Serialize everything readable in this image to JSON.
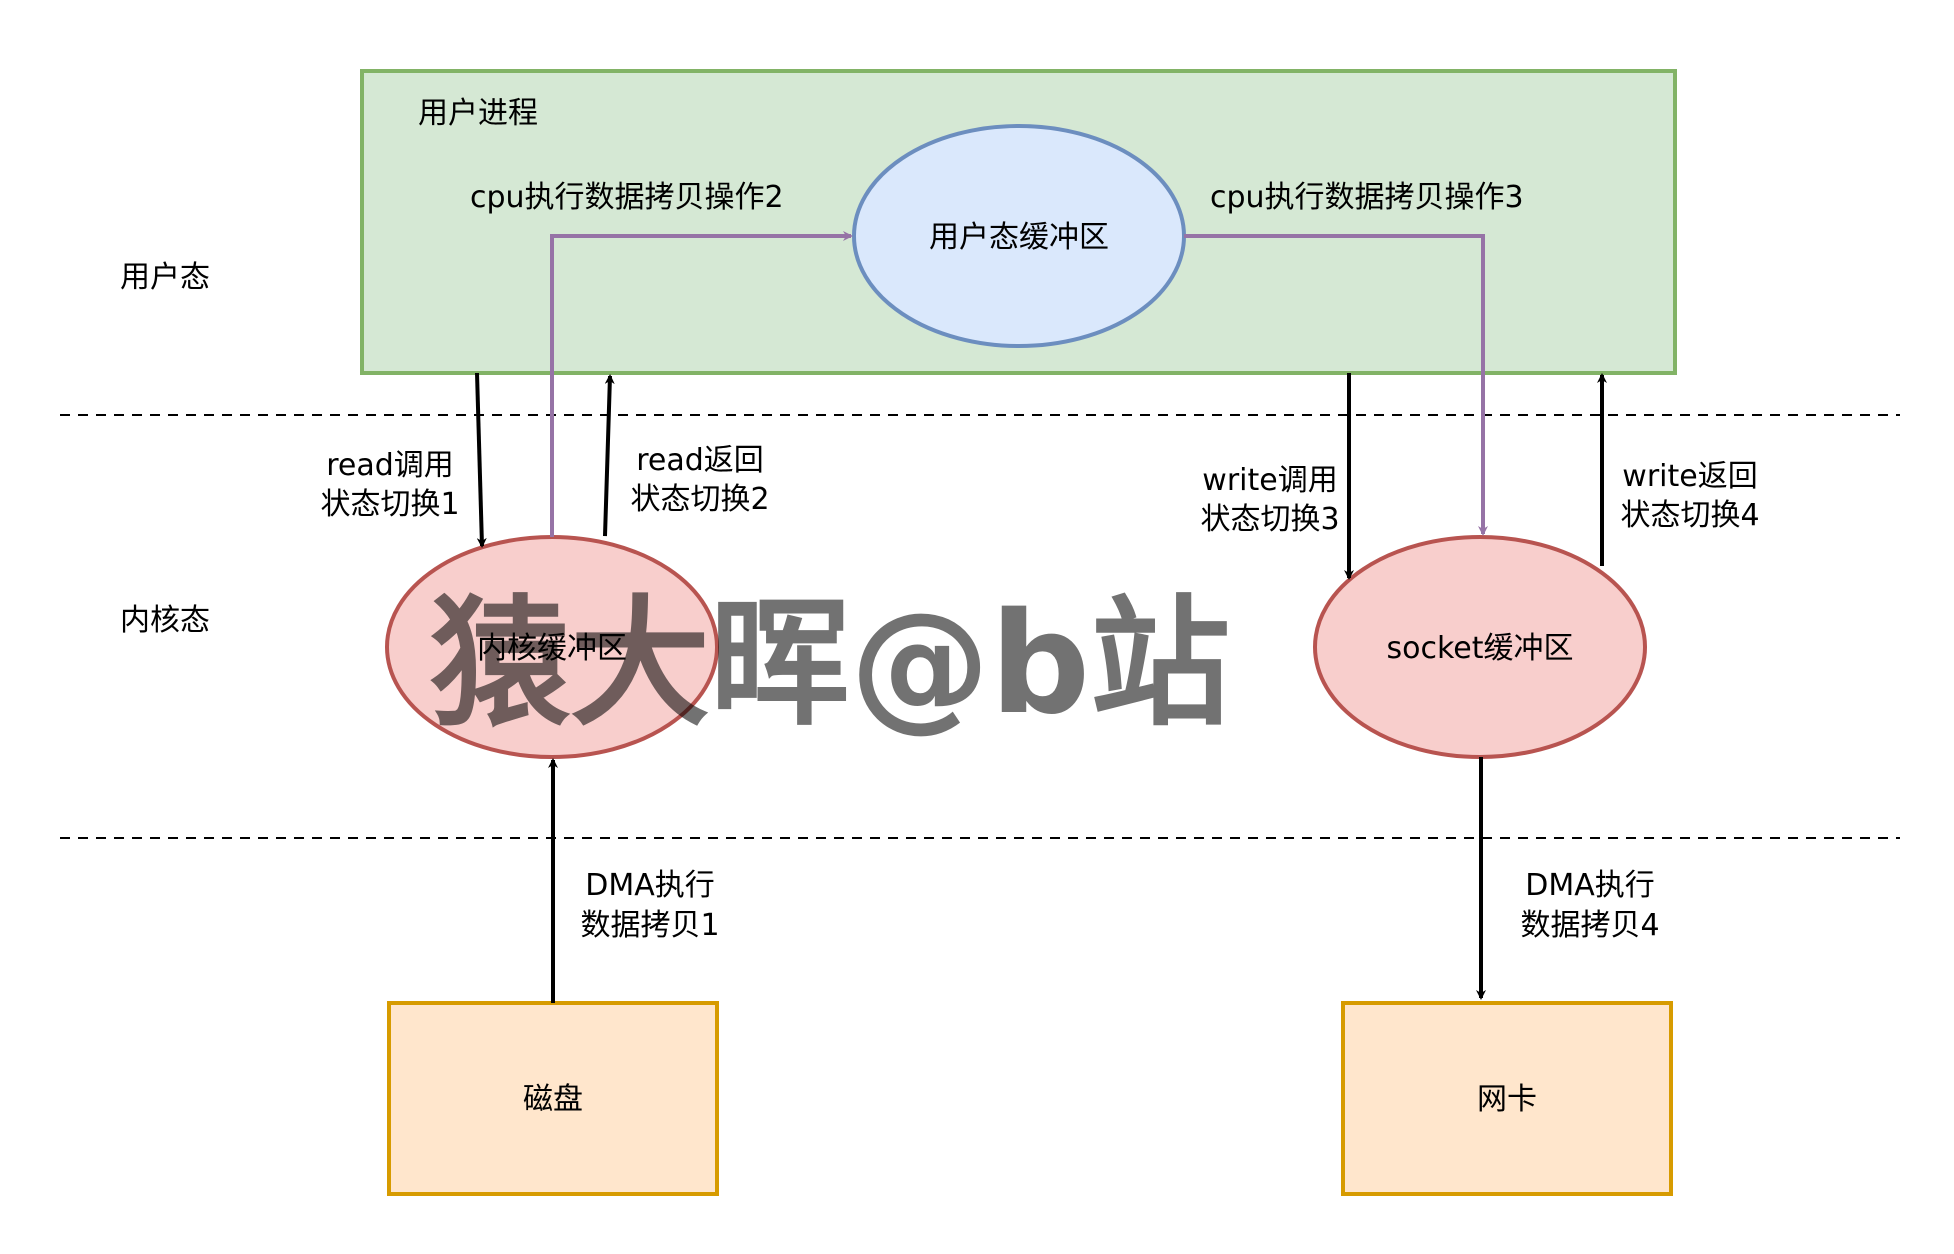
{
  "zones": {
    "user_mode": "用户态",
    "kernel_mode": "内核态"
  },
  "nodes": {
    "user_process": "用户进程",
    "user_buffer": "用户态缓冲区",
    "kernel_buffer": "内核缓冲区",
    "socket_buffer": "socket缓冲区",
    "disk": "磁盘",
    "nic": "网卡"
  },
  "edges": {
    "cpu_copy_2": "cpu执行数据拷贝操作2",
    "cpu_copy_3": "cpu执行数据拷贝操作3",
    "read_call": [
      "read调用",
      "状态切换1"
    ],
    "read_return": [
      "read返回",
      "状态切换2"
    ],
    "write_call": [
      "write调用",
      "状态切换3"
    ],
    "write_return": [
      "write返回",
      "状态切换4"
    ],
    "dma_copy_1": [
      "DMA执行",
      "数据拷贝1"
    ],
    "dma_copy_4": [
      "DMA执行",
      "数据拷贝4"
    ]
  },
  "watermark": "猿大晖@b站",
  "colors": {
    "process_fill": "#d5e8d4",
    "process_stroke": "#82b366",
    "user_buffer_fill": "#dae8fc",
    "user_buffer_stroke": "#6c8ebf",
    "kernel_fill": "#f8cecc",
    "kernel_stroke": "#b85450",
    "device_fill": "#ffe6cc",
    "device_stroke": "#d79b00",
    "cpu_arrow": "#9673a6",
    "watermark": "#8fcbe8"
  }
}
